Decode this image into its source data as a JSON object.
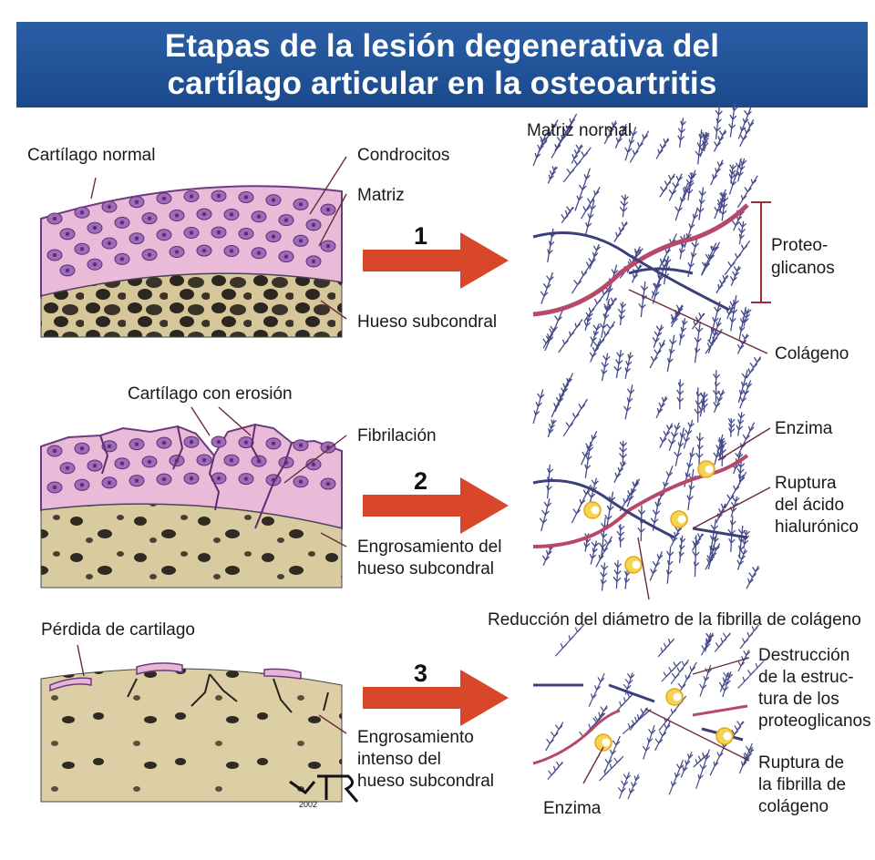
{
  "title": {
    "line1": "Etapas de la lesión degenerativa del",
    "line2": "cartílago articular en la osteoartritis"
  },
  "stages": [
    {
      "number": "1",
      "left_labels": {
        "cartilage": "Cartílago normal",
        "chondrocytes": "Condrocitos",
        "matrix": "Matriz",
        "bone": "Hueso subcondral"
      },
      "right_labels": {
        "title": "Matriz normal",
        "proteoglycans_1": "Proteo-",
        "proteoglycans_2": "glicanos",
        "collagen": "Colágeno"
      }
    },
    {
      "number": "2",
      "left_labels": {
        "erosion": "Cartílago con erosión",
        "fibrillation": "Fibrilación",
        "thickening_1": "Engrosamiento del",
        "thickening_2": "hueso subcondral"
      },
      "right_labels": {
        "enzyme": "Enzima",
        "rupture_1": "Ruptura",
        "rupture_2": "del ácido",
        "rupture_3": "hialurónico",
        "reduction": "Reducción del diámetro de la fibrilla de colágeno"
      }
    },
    {
      "number": "3",
      "left_labels": {
        "loss": "Pérdida de cartilago",
        "thickening_1": "Engrosamiento",
        "thickening_2": "intenso del",
        "thickening_3": "hueso subcondral"
      },
      "right_labels": {
        "destruction_1": "Destrucción",
        "destruction_2": "de la estruc-",
        "destruction_3": "tura de los",
        "destruction_4": "proteoglicanos",
        "rupture_1": "Ruptura de",
        "rupture_2": "la fibrilla de",
        "rupture_3": "colágeno",
        "enzyme": "Enzima"
      }
    }
  ],
  "signature": {
    "year": "2002"
  },
  "colors": {
    "header": "#1f4f93",
    "arrow": "#d9472b",
    "cartilage": "#e7b7d6",
    "bone": "#d9cba0",
    "fiber": "#444a86",
    "collagen": "#b8486a",
    "enzyme": "#f0c22a"
  }
}
